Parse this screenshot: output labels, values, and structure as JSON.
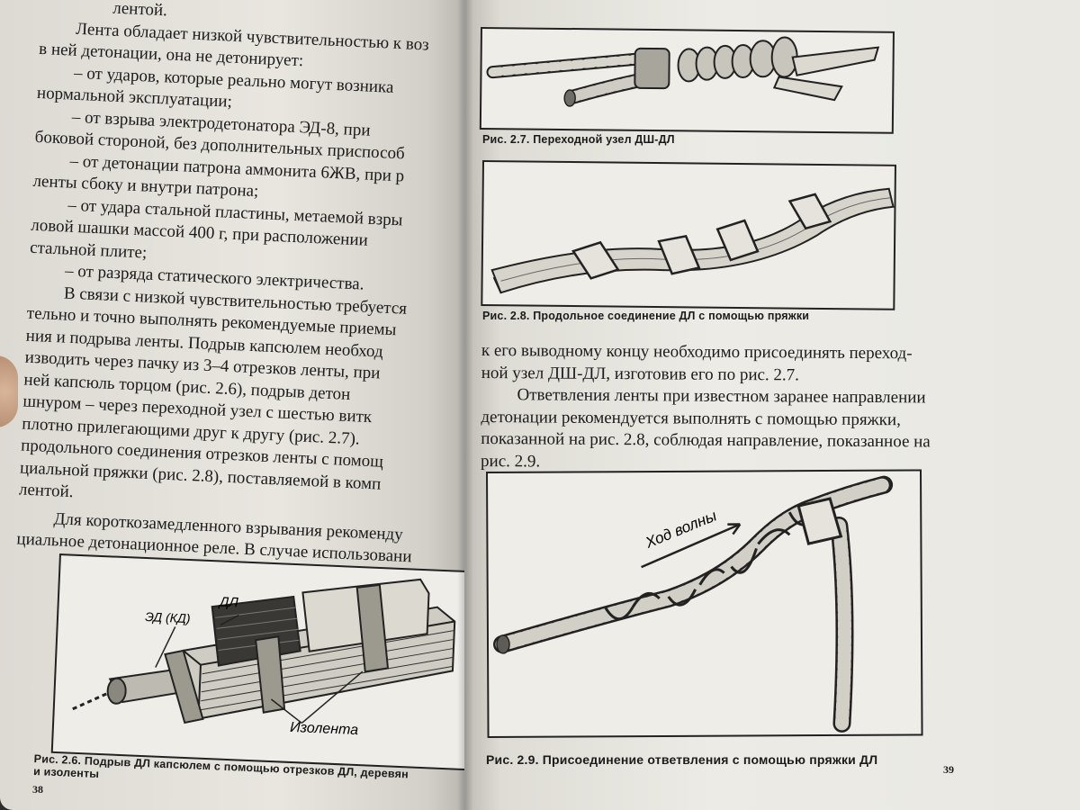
{
  "left_page": {
    "lines": [
      "лентой.",
      "Лента обладает низкой чувствительностью к воз",
      "в ней детонации, она не детонирует:",
      "– от ударов, которые реально могут возника",
      "нормальной эксплуатации;",
      "– от взрыва электродетонатора ЭД-8, при",
      "боковой стороной, без дополнительных приспособ",
      "– от детонации патрона аммонита 6ЖВ, при р",
      "ленты сбоку и внутри патрона;",
      "– от удара стальной пластины, метаемой взры",
      "ловой шашки массой 400 г, при расположении",
      "стальной плите;",
      "– от разряда статического электричества.",
      "В связи с низкой чувствительностью требуется",
      "тельно и точно выполнять рекомендуемые приемы",
      "ния и подрыва ленты. Подрыв капсюлем необход",
      "изводить через пачку из 3–4 отрезков ленты, при",
      "ней капсюль торцом (рис. 2.6), подрыв детон",
      "шнуром – через переходной узел с шестью витк",
      "плотно прилегающими друг к другу (рис. 2.7).",
      "продольного соединения отрезков ленты с помощ",
      "циальной пряжки (рис. 2.8), поставляемой в комп",
      "лентой.",
      "Для короткозамедленного взрывания рекоменду",
      "циальное детонационное реле. В случае использовани"
    ],
    "fig_2_6": {
      "label_dl": "ДЛ",
      "label_ed": "ЭД (КД)",
      "label_izolenta": "Изолента",
      "caption_line1": "Рис. 2.6. Подрыв ДЛ капсюлем с помощью отрезков ДЛ, деревян",
      "caption_line2": "и изоленты"
    },
    "page_number": "38"
  },
  "right_page": {
    "fig_2_7_caption": "Рис. 2.7. Переходной узел ДШ-ДЛ",
    "fig_2_8_caption": "Рис. 2.8. Продольное соединение ДЛ с помощью пряжки",
    "lines": [
      "к его выводному концу необходимо присоединять переход-",
      "ной узел ДШ-ДЛ, изготовив его по рис. 2.7.",
      "Ответвления ленты при известном заранее направлении",
      "детонации рекомендуется выполнять с помощью пряжки,",
      "показанной на рис. 2.8, соблюдая направление, показанное на",
      "рис. 2.9."
    ],
    "fig_2_9": {
      "wave_label": "Ход волны",
      "caption": "Рис. 2.9. Присоединение ответвления с помощью пряжки ДЛ"
    },
    "page_number": "39"
  },
  "colors": {
    "paper": "#ecebe5",
    "ink": "#1b1b1b",
    "background": "#3a3836"
  }
}
